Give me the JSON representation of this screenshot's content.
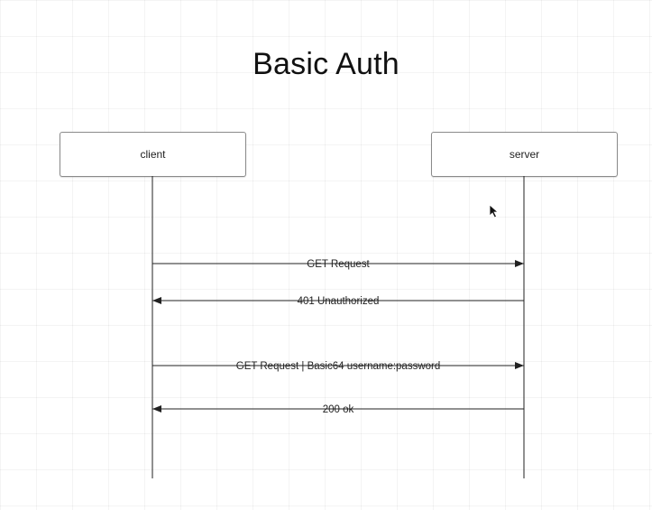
{
  "diagram": {
    "title": "Basic Auth",
    "actors": [
      {
        "id": "client",
        "label": "client"
      },
      {
        "id": "server",
        "label": "server"
      }
    ],
    "messages": [
      {
        "from": "client",
        "to": "server",
        "label": "GET Request"
      },
      {
        "from": "server",
        "to": "client",
        "label": "401 Unauthorized"
      },
      {
        "from": "client",
        "to": "server",
        "label": "GET Request | Basic64 username:password"
      },
      {
        "from": "server",
        "to": "client",
        "label": "200 ok"
      }
    ]
  },
  "colors": {
    "line": "#222222",
    "box_border": "#8a8a8a",
    "grid": "#eeeeee"
  },
  "icons": {
    "cursor": "mouse-pointer-icon"
  }
}
